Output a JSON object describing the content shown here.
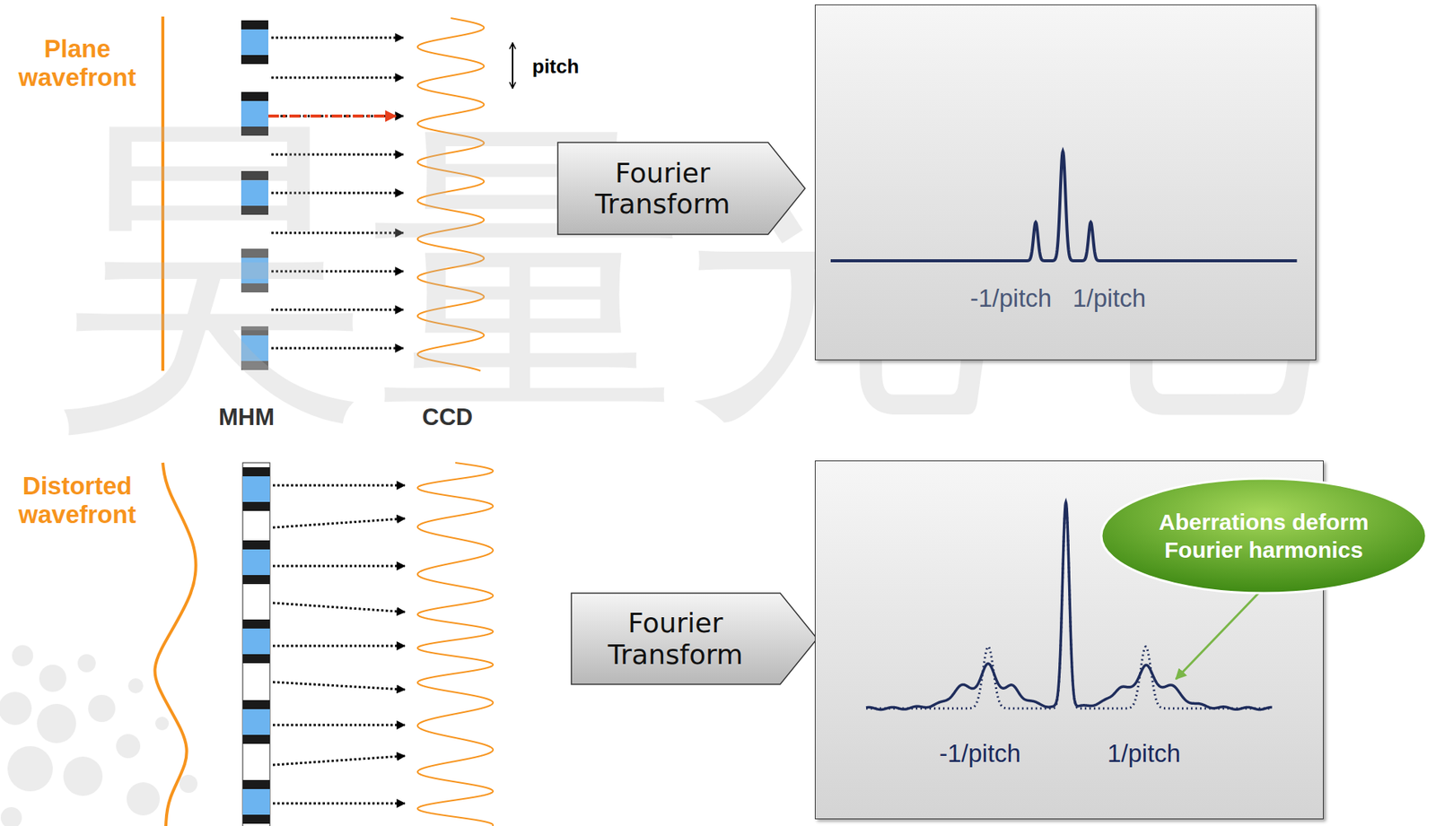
{
  "diagram": {
    "nodes": [
      {
        "text": [
          "Fourier Transform"
        ]
      },
      {
        "text": [
          "-1/pitch",
          "1/pitch"
        ]
      },
      {
        "text": [
          "Fourier Transform"
        ]
      },
      {
        "text": [
          "-1/pitch",
          "1/pitch"
        ]
      },
      {
        "text": [
          "Aberrations deform Fourier harmonics"
        ]
      }
    ],
    "labels": [
      "昊量光电",
      "Plane wavefront",
      "pitch",
      "MHM",
      "CCD",
      "Distorted wavefront"
    ]
  }
}
